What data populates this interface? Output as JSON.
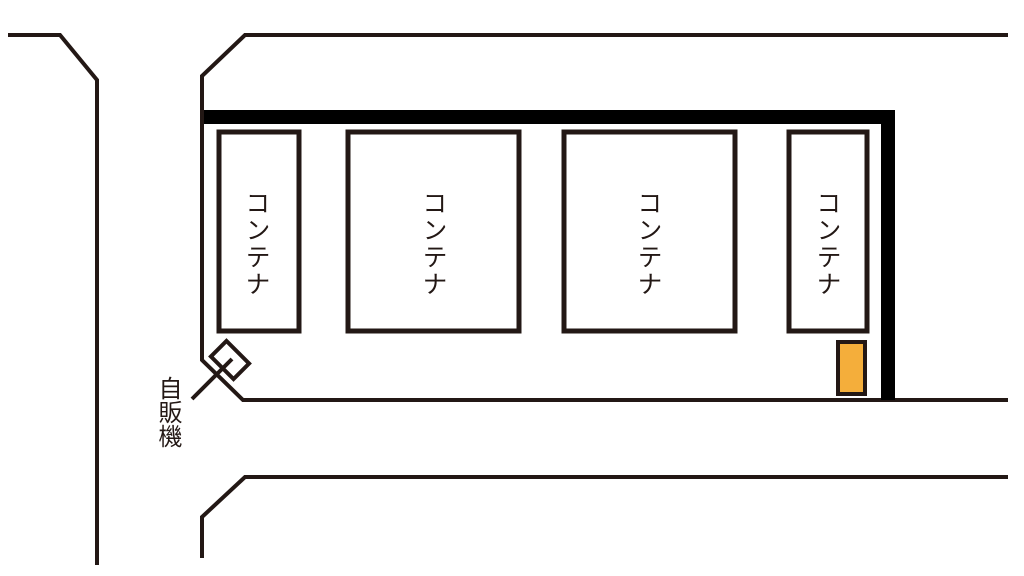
{
  "containers": [
    {
      "label": "コンテナ"
    },
    {
      "label": "コンテナ"
    },
    {
      "label": "コンテナ"
    },
    {
      "label": "コンテナ"
    }
  ],
  "vending_machine": {
    "label": "自販機"
  },
  "colors": {
    "line": "#231815",
    "wall": "#000000",
    "highlight": "#F4AE3B"
  }
}
